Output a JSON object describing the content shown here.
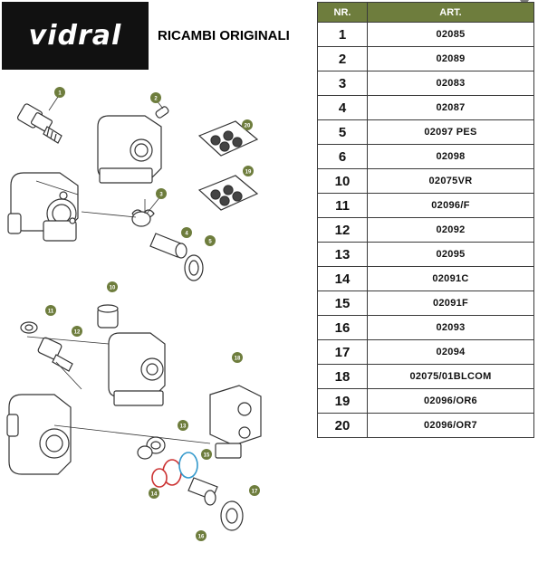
{
  "brand": {
    "logo_text": "vidral",
    "subtitle": "RICAMBI ORIGINALI"
  },
  "table": {
    "headers": {
      "nr": "NR.",
      "art": "ART."
    },
    "rows": [
      {
        "nr": "1",
        "art": "02085"
      },
      {
        "nr": "2",
        "art": "02089"
      },
      {
        "nr": "3",
        "art": "02083"
      },
      {
        "nr": "4",
        "art": "02087"
      },
      {
        "nr": "5",
        "art": "02097 PES"
      },
      {
        "nr": "6",
        "art": "02098"
      },
      {
        "nr": "10",
        "art": "02075VR"
      },
      {
        "nr": "11",
        "art": "02096/F"
      },
      {
        "nr": "12",
        "art": "02092"
      },
      {
        "nr": "13",
        "art": "02095"
      },
      {
        "nr": "14",
        "art": "02091C"
      },
      {
        "nr": "15",
        "art": "02091F"
      },
      {
        "nr": "16",
        "art": "02093"
      },
      {
        "nr": "17",
        "art": "02094"
      },
      {
        "nr": "18",
        "art": "02075/01BLCOM"
      },
      {
        "nr": "19",
        "art": "02096/OR6"
      },
      {
        "nr": "20",
        "art": "02096/OR7"
      }
    ]
  },
  "callouts": [
    "1",
    "2",
    "3",
    "4",
    "5",
    "10",
    "11",
    "12",
    "13",
    "14",
    "15",
    "16",
    "17",
    "18",
    "19",
    "20"
  ],
  "colors": {
    "header_bg": "#6e7d3d",
    "callout_bg": "#6e7d3d",
    "highlight_blue": "#3399cc",
    "highlight_red": "#cc3333"
  }
}
